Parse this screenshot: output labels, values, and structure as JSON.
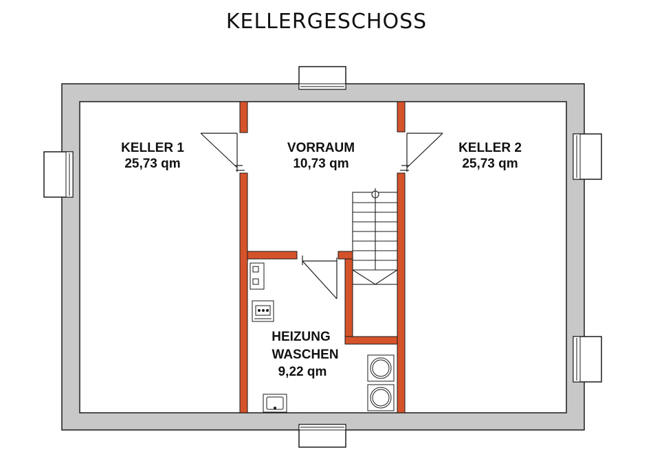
{
  "title": "KELLERGESCHOSS",
  "colors": {
    "outer_wall": "#c8c8c8",
    "inner_wall": "#d4532a",
    "line": "#1a1a1a",
    "background": "#ffffff"
  },
  "rooms": {
    "keller1": {
      "name": "KELLER 1",
      "area": "25,73 qm"
    },
    "vorraum": {
      "name": "VORRAUM",
      "area": "10,73 qm"
    },
    "keller2": {
      "name": "KELLER 2",
      "area": "25,73 qm"
    },
    "heizung": {
      "name_line1": "HEIZUNG",
      "name_line2": "WASCHEN",
      "area": "9,22 qm"
    }
  }
}
